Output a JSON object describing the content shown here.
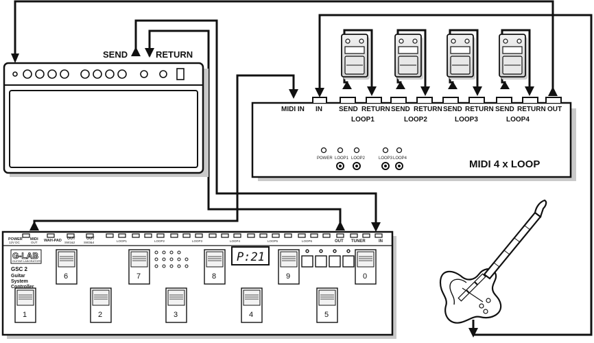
{
  "amp": {
    "send_label": "SEND",
    "return_label": "RETURN"
  },
  "loop_unit": {
    "title": "MIDI 4 x LOOP",
    "jacks": [
      "MIDI IN",
      "IN",
      "SEND",
      "RETURN",
      "SEND",
      "RETURN",
      "SEND",
      "RETURN",
      "SEND",
      "RETURN",
      "OUT"
    ],
    "loop_labels": [
      "LOOP1",
      "LOOP2",
      "LOOP3",
      "LOOP4"
    ],
    "leds": [
      "POWER",
      "LOOP1",
      "LOOP2",
      "LOOP3",
      "LOOP4"
    ]
  },
  "controller": {
    "logo": "G-LAB",
    "logo_sub": "GUITAR LABORATORY",
    "model": "GSC 2",
    "name_lines": [
      "Guitar",
      "System",
      "Controller"
    ],
    "display": "P:21",
    "top_labels": {
      "power": "POWER",
      "power_sub": "12V DC",
      "midi": "MIDI",
      "midi_sub": "OUT",
      "wah": "WAH-PAD",
      "out1": "OUT",
      "out1_sub": "SW1&2",
      "out2": "OUT",
      "out2_sub": "SW3&4",
      "loops": [
        "LOOP1",
        "LOOP2",
        "LOOP3",
        "LOOP4",
        "LOOP5",
        "LOOP6"
      ],
      "out": "OUT",
      "tuner": "TUNER",
      "in": "IN"
    },
    "upper_switches": [
      "6",
      "7",
      "8",
      "9",
      "0"
    ],
    "lower_switches": [
      "1",
      "2",
      "3",
      "4",
      "5"
    ]
  },
  "colors": {
    "line": "#111111",
    "device_fill": "#ffffff",
    "pedal_fill": "#e6e6e6",
    "shadow": "#d0d0d0"
  }
}
